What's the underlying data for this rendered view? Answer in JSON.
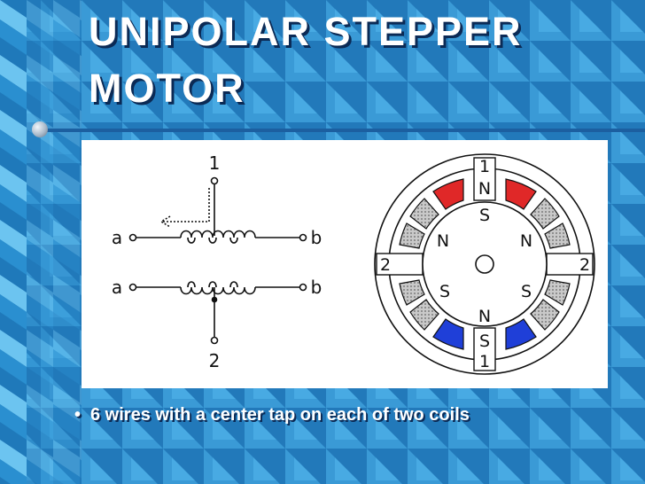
{
  "slide": {
    "title_line1": "UNIPOLAR STEPPER",
    "title_line2": "MOTOR",
    "bullet_marker": "•",
    "bullet_text": "6 wires with a center tap on each of two coils"
  },
  "schematic": {
    "terminal_1": "1",
    "terminal_2": "2",
    "coil_top_left": "a",
    "coil_top_right": "b",
    "coil_bottom_left": "a",
    "coil_bottom_right": "b"
  },
  "motor": {
    "stator_top_label": "1",
    "stator_bottom_label": "1",
    "stator_left_label": "2",
    "stator_right_label": "2",
    "pole_top_outer": "N",
    "pole_top_inner": "S",
    "pole_bottom_inner": "N",
    "pole_bottom_outer": "S",
    "rotor_upper_left": "N",
    "rotor_upper_right": "N",
    "rotor_lower_left": "S",
    "rotor_lower_right": "S"
  },
  "colors": {
    "background": "#2f8fcf",
    "coil_north": "#e02828",
    "coil_south": "#1f3fd8",
    "coil_neutral": "#b8b8b8"
  }
}
